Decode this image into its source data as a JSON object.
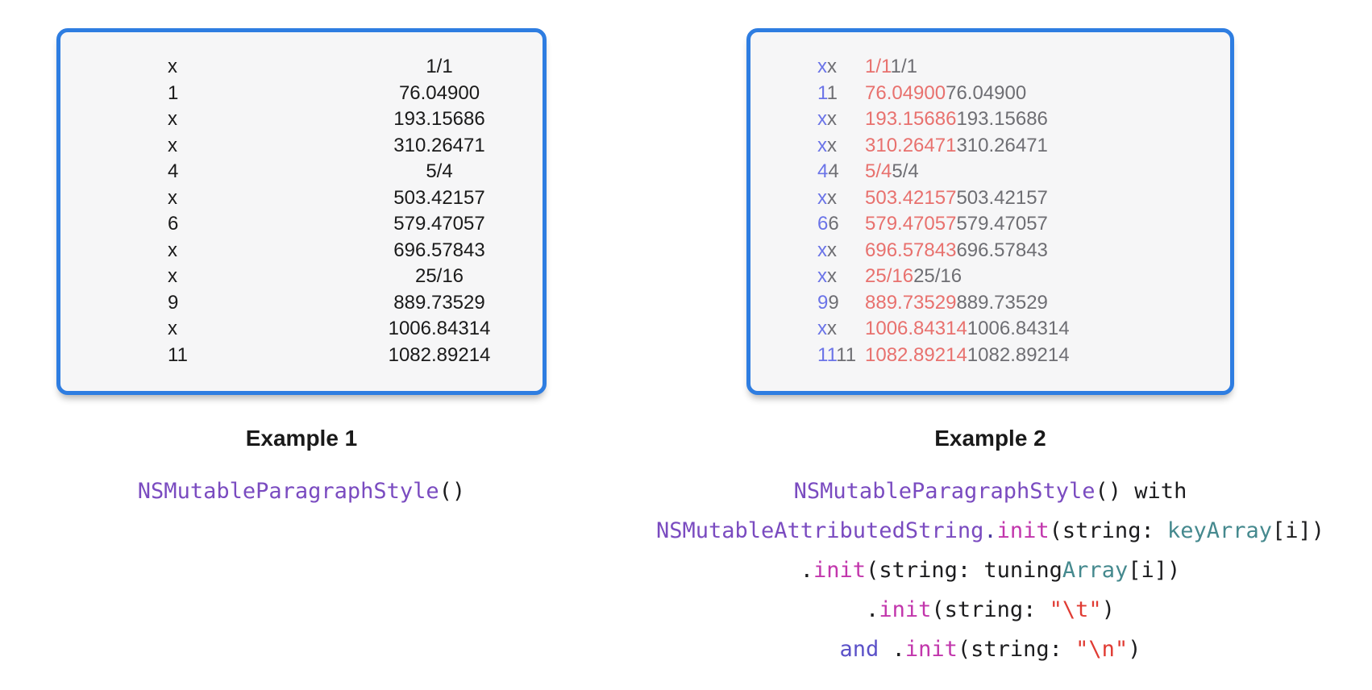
{
  "colors": {
    "panel_border": "#2e7de1",
    "panel_bg": "#f6f6f7",
    "text": "#1a1a1a",
    "key_accent": "#6b74e8",
    "value_accent": "#e8716e",
    "duplicate_gray": "#6e6e73",
    "code_type": "#7a4bc0",
    "code_method": "#c236ac",
    "code_variable": "#45898e",
    "code_string": "#e03b33",
    "code_keyword": "#5b51c8",
    "code_dot": "#4a3a9e",
    "code_plain": "#1c1c1e"
  },
  "example1": {
    "caption": "Example 1",
    "rows": [
      {
        "key": "x",
        "value": "1/1"
      },
      {
        "key": "1",
        "value": "76.04900"
      },
      {
        "key": "x",
        "value": "193.15686"
      },
      {
        "key": "x",
        "value": "310.26471"
      },
      {
        "key": "4",
        "value": "5/4"
      },
      {
        "key": "x",
        "value": "503.42157"
      },
      {
        "key": "6",
        "value": "579.47057"
      },
      {
        "key": "x",
        "value": "696.57843"
      },
      {
        "key": "x",
        "value": "25/16"
      },
      {
        "key": "9",
        "value": "889.73529"
      },
      {
        "key": "x",
        "value": "1006.84314"
      },
      {
        "key": "11",
        "value": "1082.89214"
      }
    ],
    "code_lines": [
      [
        {
          "t": "NSMutableParagraphStyle",
          "s": "type"
        },
        {
          "t": "()",
          "s": "plain"
        }
      ]
    ]
  },
  "example2": {
    "caption": "Example 2",
    "rows": [
      {
        "key_first": "x",
        "key_second": "x",
        "value_first": "1/1",
        "value_second": "1/1"
      },
      {
        "key_first": "1",
        "key_second": "1",
        "value_first": "76.04900",
        "value_second": "76.04900"
      },
      {
        "key_first": "x",
        "key_second": "x",
        "value_first": "193.15686",
        "value_second": "193.15686"
      },
      {
        "key_first": "x",
        "key_second": "x",
        "value_first": "310.26471",
        "value_second": "310.26471"
      },
      {
        "key_first": "4",
        "key_second": "4",
        "value_first": "5/4",
        "value_second": "5/4"
      },
      {
        "key_first": "x",
        "key_second": "x",
        "value_first": "503.42157",
        "value_second": "503.42157"
      },
      {
        "key_first": "6",
        "key_second": "6",
        "value_first": "579.47057",
        "value_second": "579.47057"
      },
      {
        "key_first": "x",
        "key_second": "x",
        "value_first": "696.57843",
        "value_second": "696.57843"
      },
      {
        "key_first": "x",
        "key_second": "x",
        "value_first": "25/16",
        "value_second": "25/16"
      },
      {
        "key_first": "9",
        "key_second": "9",
        "value_first": "889.73529",
        "value_second": "889.73529"
      },
      {
        "key_first": "x",
        "key_second": "x",
        "value_first": "1006.84314",
        "value_second": "1006.84314"
      },
      {
        "key_first": "11",
        "key_second": "11",
        "value_first": "1082.89214",
        "value_second": "1082.89214"
      }
    ],
    "code_lines": [
      [
        {
          "t": "NSMutableParagraphStyle",
          "s": "type"
        },
        {
          "t": "() with",
          "s": "plain"
        }
      ],
      [
        {
          "t": "NSMutableAttributedString",
          "s": "type"
        },
        {
          "t": ".",
          "s": "dot"
        },
        {
          "t": "init",
          "s": "method"
        },
        {
          "t": "(string: ",
          "s": "plain"
        },
        {
          "t": "keyArray",
          "s": "variable"
        },
        {
          "t": "[i])",
          "s": "plain"
        }
      ],
      [
        {
          "t": ".",
          "s": "plain"
        },
        {
          "t": "init",
          "s": "method"
        },
        {
          "t": "(string: ",
          "s": "plain"
        },
        {
          "t": "tuning",
          "s": "plain"
        },
        {
          "t": "Array",
          "s": "variable"
        },
        {
          "t": "[i])",
          "s": "plain"
        }
      ],
      [
        {
          "t": ".",
          "s": "plain"
        },
        {
          "t": "init",
          "s": "method"
        },
        {
          "t": "(string: ",
          "s": "plain"
        },
        {
          "t": "\"\\t\"",
          "s": "string"
        },
        {
          "t": ")",
          "s": "plain"
        }
      ],
      [
        {
          "t": "and ",
          "s": "keyword"
        },
        {
          "t": ".",
          "s": "plain"
        },
        {
          "t": "init",
          "s": "method"
        },
        {
          "t": "(string: ",
          "s": "plain"
        },
        {
          "t": "\"\\n\"",
          "s": "string"
        },
        {
          "t": ")",
          "s": "plain"
        }
      ]
    ]
  }
}
